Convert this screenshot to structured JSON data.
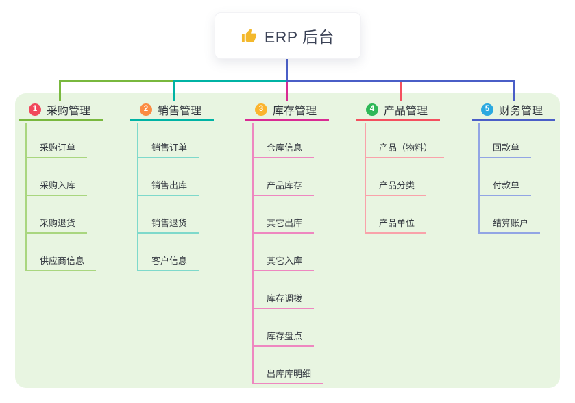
{
  "root": {
    "title": "ERP 后台",
    "icon": "thumbs-up"
  },
  "colors": {
    "page_bg": "#ffffff",
    "panel_bg": "#e8f5e1",
    "root_line": "#4a5ec7",
    "card_text": "#3b4256",
    "heading_text": "#2f343b",
    "child_text": "#383d44",
    "thumb_icon": "#f3b82c"
  },
  "branches": [
    {
      "badge": "1",
      "label": "采购管理",
      "badge_color": "#f1485c",
      "line_color": "#79b83e",
      "child_line_color": "#a9d67f",
      "children": [
        "采购订单",
        "采购入库",
        "采购退货",
        "供应商信息"
      ]
    },
    {
      "badge": "2",
      "label": "销售管理",
      "badge_color": "#fb8c44",
      "line_color": "#00b3a4",
      "child_line_color": "#7ed9cb",
      "children": [
        "销售订单",
        "销售出库",
        "销售退货",
        "客户信息"
      ]
    },
    {
      "badge": "3",
      "label": "库存管理",
      "badge_color": "#fbb42e",
      "line_color": "#d92b93",
      "child_line_color": "#ee87c0",
      "children": [
        "仓库信息",
        "产品库存",
        "其它出库",
        "其它入库",
        "库存调拨",
        "库存盘点",
        "出库库明细"
      ]
    },
    {
      "badge": "4",
      "label": "产品管理",
      "badge_color": "#2fb857",
      "line_color": "#f4505f",
      "child_line_color": "#f9a2aa",
      "children": [
        "产品（物料）",
        "产品分类",
        "产品单位"
      ]
    },
    {
      "badge": "5",
      "label": "财务管理",
      "badge_color": "#2ba9e0",
      "line_color": "#4a5ec7",
      "child_line_color": "#92a5e4",
      "children": [
        "回款单",
        "付款单",
        "结算账户"
      ]
    }
  ]
}
